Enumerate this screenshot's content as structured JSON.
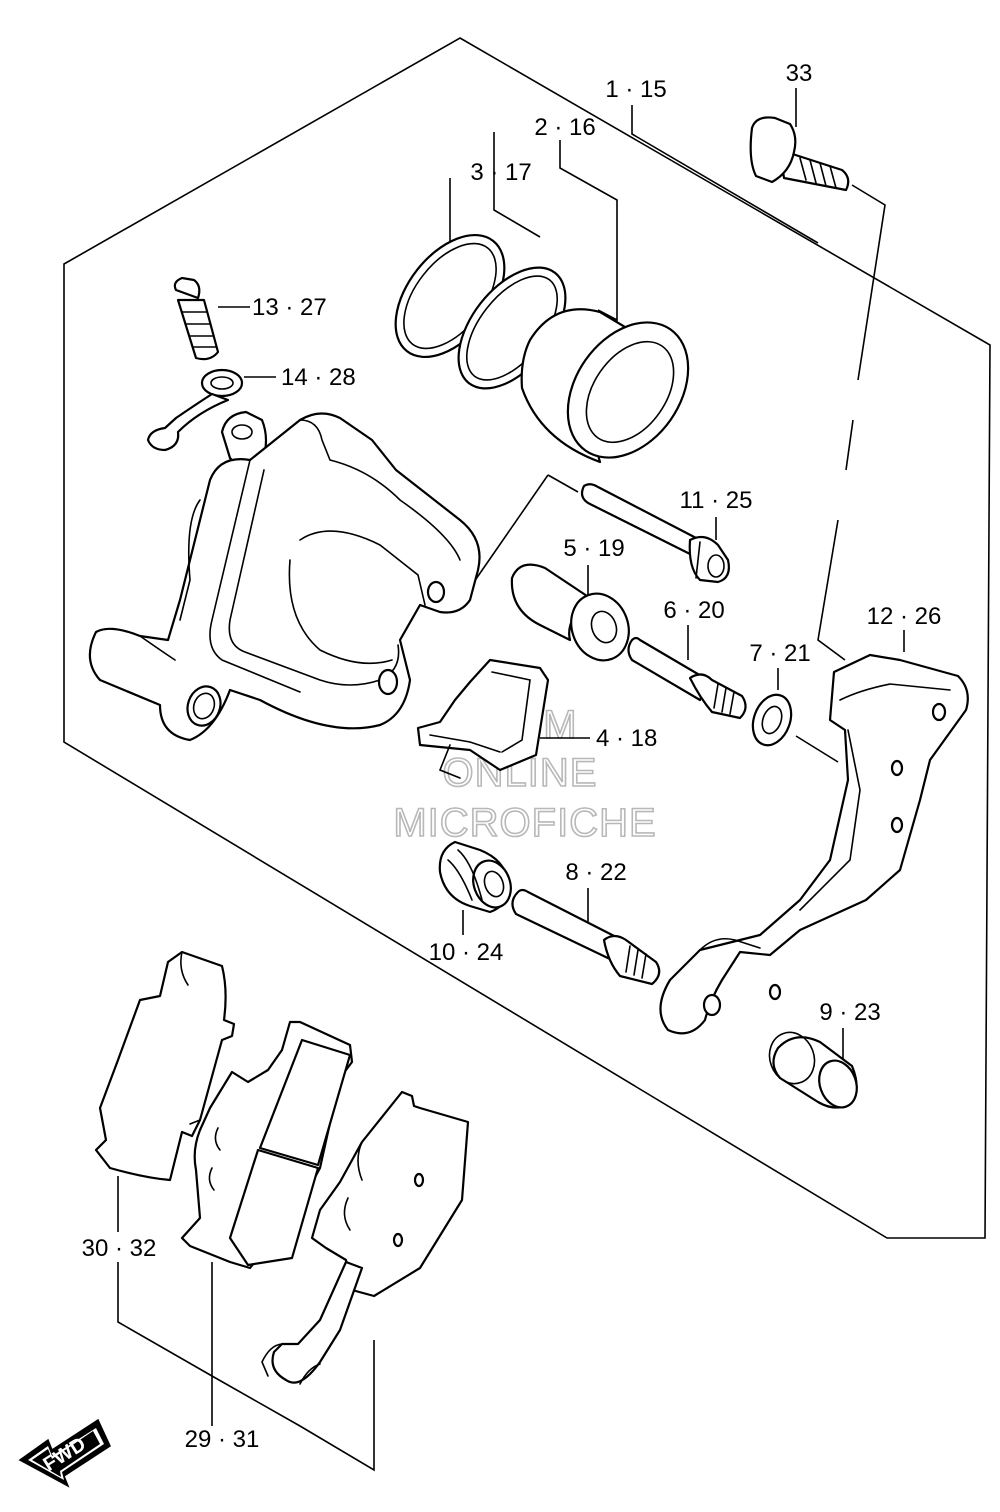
{
  "labels": {
    "p1_15": "1 · 15",
    "p2_16": "2 · 16",
    "p3_17": "3 · 17",
    "p33": "33",
    "p13_27": "13 · 27",
    "p14_28": "14 · 28",
    "p11_25": "11 · 25",
    "p5_19": "5 · 19",
    "p6_20": "6 · 20",
    "p7_21": "7 · 21",
    "p12_26": "12 · 26",
    "p4_18": "4 · 18",
    "p8_22": "8 · 22",
    "p10_24": "10 · 24",
    "p9_23": "9 · 23",
    "p30_32": "30 · 32",
    "p29_31": "29 · 31"
  },
  "watermark": {
    "line1": "HLSM",
    "line2": "ONLINE",
    "line3": "MICROFICHE"
  },
  "fwd_label": "FWD"
}
